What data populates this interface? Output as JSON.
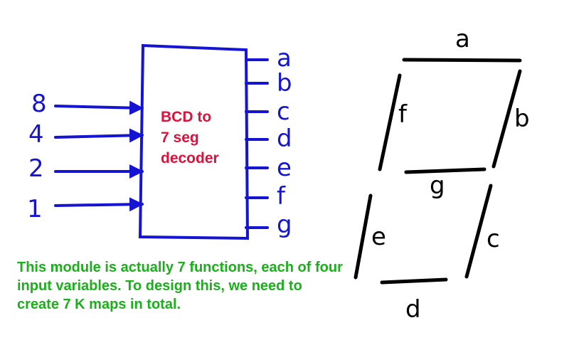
{
  "colors": {
    "wire": "#1414d2",
    "label": "#e0103a",
    "note": "#1ab01a",
    "segment": "#000000"
  },
  "inputs": [
    "8",
    "4",
    "2",
    "1"
  ],
  "outputs": [
    "a",
    "b",
    "c",
    "d",
    "e",
    "f",
    "g"
  ],
  "decoder": {
    "line1": "BCD to",
    "line2": "7 seg",
    "line3": "decoder"
  },
  "segments": {
    "a": "a",
    "b": "b",
    "c": "c",
    "d": "d",
    "e": "e",
    "f": "f",
    "g": "g"
  },
  "note": "This module is actually 7 functions, each of four input variables. To design this, we need to create 7 K maps in total."
}
